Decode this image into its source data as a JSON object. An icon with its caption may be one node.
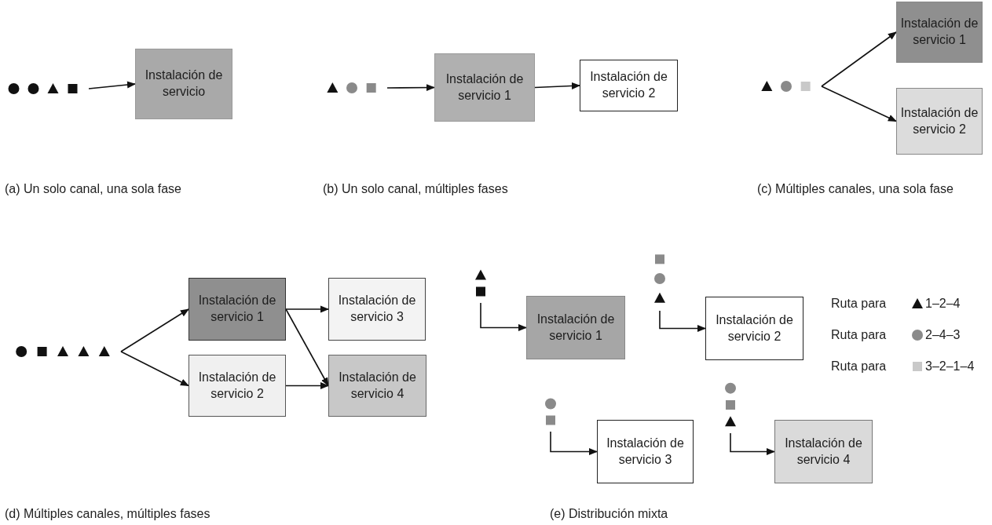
{
  "diagram": {
    "nodes": [
      {
        "text": [],
        "shape": "picture"
      },
      {
        "text": [
          "Instalación de servicio"
        ]
      },
      {
        "text": [],
        "shape": "picture"
      },
      {
        "text": [
          "Instalación de servicio 1"
        ]
      },
      {
        "text": [
          "Instalación de servicio 2"
        ]
      },
      {
        "text": [],
        "shape": "picture"
      },
      {
        "text": [
          "Instalación de servicio 1"
        ]
      },
      {
        "text": [
          "Instalación de servicio 2"
        ]
      },
      {
        "text": [],
        "shape": "picture"
      },
      {
        "text": [
          "Instalación de servicio 1"
        ]
      },
      {
        "text": [
          "Instalación de servicio 2"
        ]
      },
      {
        "text": [
          "Instalación de servicio 3"
        ]
      },
      {
        "text": [
          "Instalación de servicio 4"
        ]
      },
      {
        "text": [],
        "shape": "picture"
      },
      {
        "text": [
          "Instalación de servicio 1"
        ]
      },
      {
        "text": [],
        "shape": "picture"
      },
      {
        "text": [
          "Instalación de servicio 2"
        ]
      },
      {
        "text": [],
        "shape": "picture"
      },
      {
        "text": [
          "Instalación de servicio 3"
        ]
      },
      {
        "text": [],
        "shape": "picture"
      },
      {
        "text": [
          "Instalación de servicio 4"
        ]
      }
    ],
    "edges": [
      {
        "from": 0,
        "to": 1,
        "arrow": "to"
      },
      {
        "from": 2,
        "to": 3,
        "arrow": "to"
      },
      {
        "from": 3,
        "to": 4,
        "arrow": "to"
      },
      {
        "from": 5,
        "to": 6,
        "arrow": "to"
      },
      {
        "from": 5,
        "to": 7,
        "arrow": "to"
      },
      {
        "from": 8,
        "to": 9,
        "arrow": "to"
      },
      {
        "from": 8,
        "to": 10,
        "arrow": "to"
      },
      {
        "from": 9,
        "to": 11,
        "arrow": "to"
      },
      {
        "from": 9,
        "to": 12,
        "arrow": "to"
      },
      {
        "from": 10,
        "to": 12,
        "arrow": "to"
      },
      {
        "from": 13,
        "to": 14,
        "arrow": "to"
      },
      {
        "from": 15,
        "to": 16,
        "arrow": "to"
      },
      {
        "from": 17,
        "to": 18,
        "arrow": "to"
      },
      {
        "from": 19,
        "to": 20,
        "arrow": "to"
      }
    ],
    "labels": [
      "(a) Un solo canal, una sola fase",
      "(b) Un solo canal, múltiples fases",
      "(c) Múltiples canales, una sola fase",
      "Ruta para",
      "1–2–4",
      "Ruta para",
      "2–4–3",
      "Ruta para",
      "3–2–1–4",
      "(d) Múltiples canales, múltiples fases",
      "(e) Distribución mixta"
    ]
  }
}
